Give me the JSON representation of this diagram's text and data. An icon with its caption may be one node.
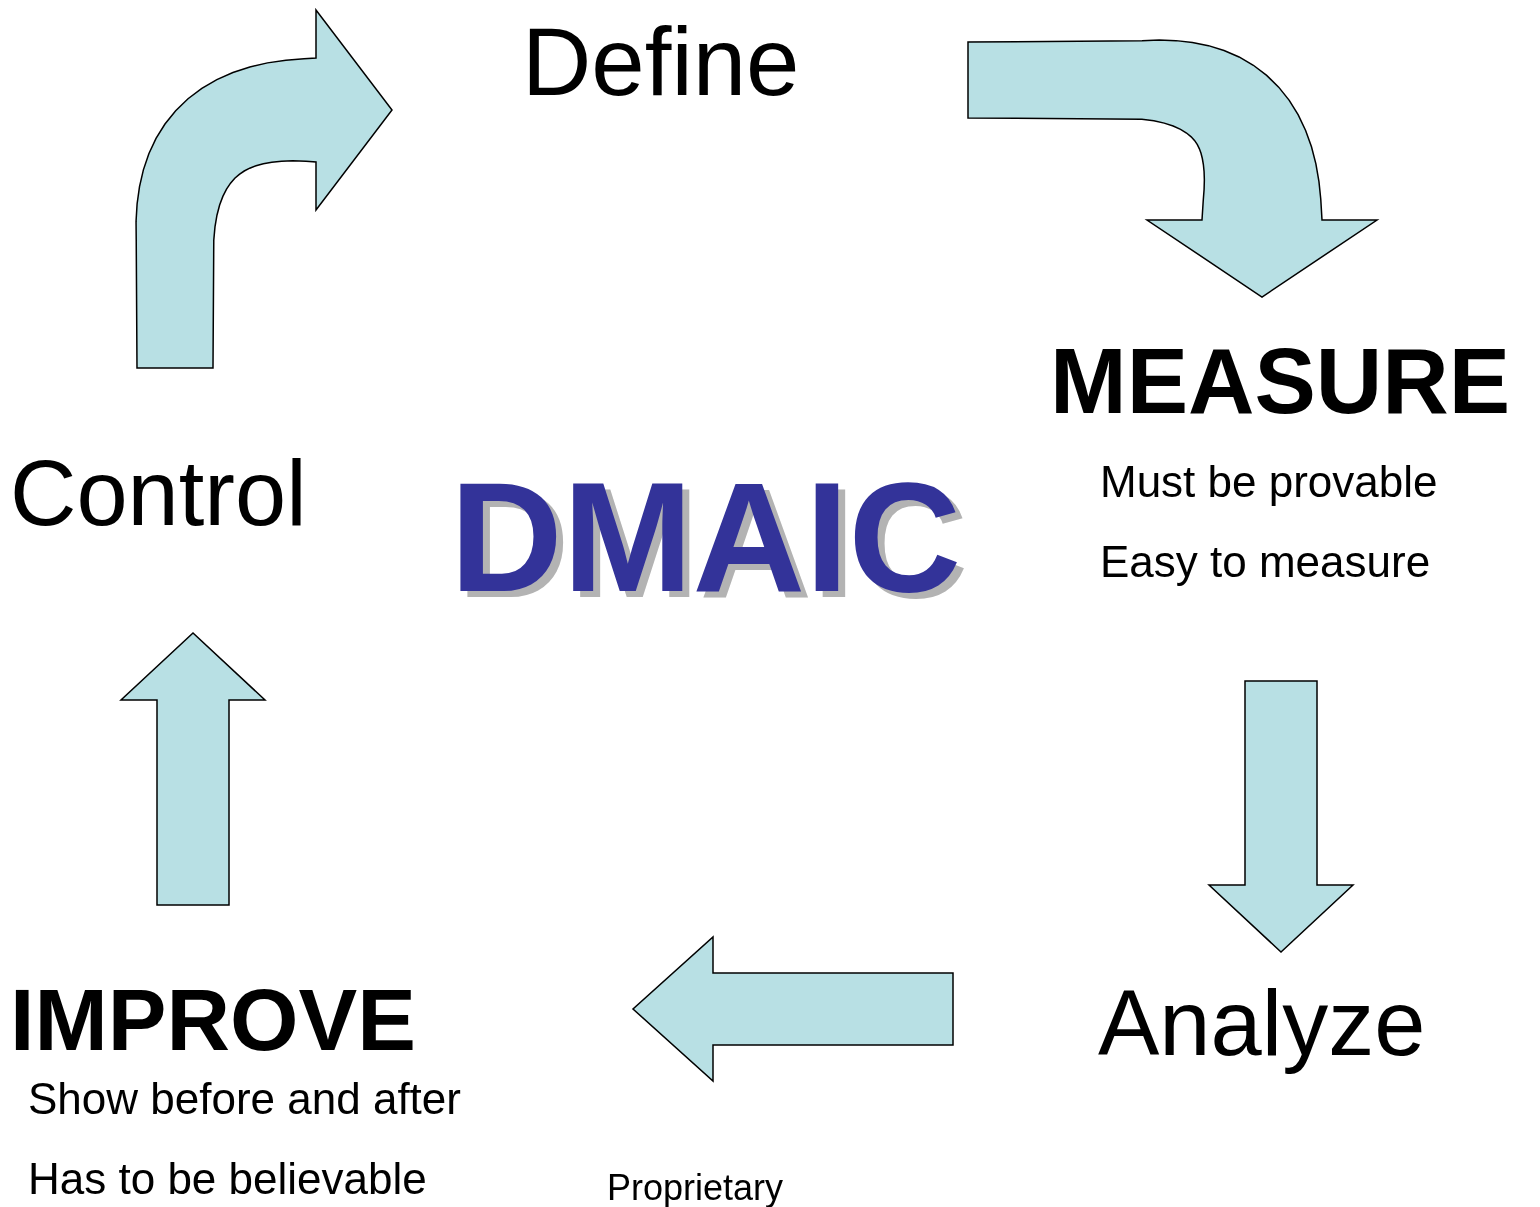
{
  "diagram": {
    "title": "DMAIC",
    "nodes": [
      {
        "text": [
          "Define"
        ]
      },
      {
        "text": [
          "MEASURE",
          "Must be provable",
          "Easy to measure"
        ]
      },
      {
        "text": [
          "Analyze"
        ]
      },
      {
        "text": [
          "IMPROVE",
          "Show before and after",
          "Has to be believable"
        ]
      },
      {
        "text": [
          "Control"
        ]
      }
    ],
    "edges": [
      {
        "from": 0,
        "to": 1,
        "arrow": "to"
      },
      {
        "from": 1,
        "to": 2,
        "arrow": "to"
      },
      {
        "from": 2,
        "to": 3,
        "arrow": "to"
      },
      {
        "from": 3,
        "to": 4,
        "arrow": "to"
      },
      {
        "from": 4,
        "to": 0,
        "arrow": "to"
      }
    ],
    "labels": [
      "Proprietary"
    ]
  }
}
